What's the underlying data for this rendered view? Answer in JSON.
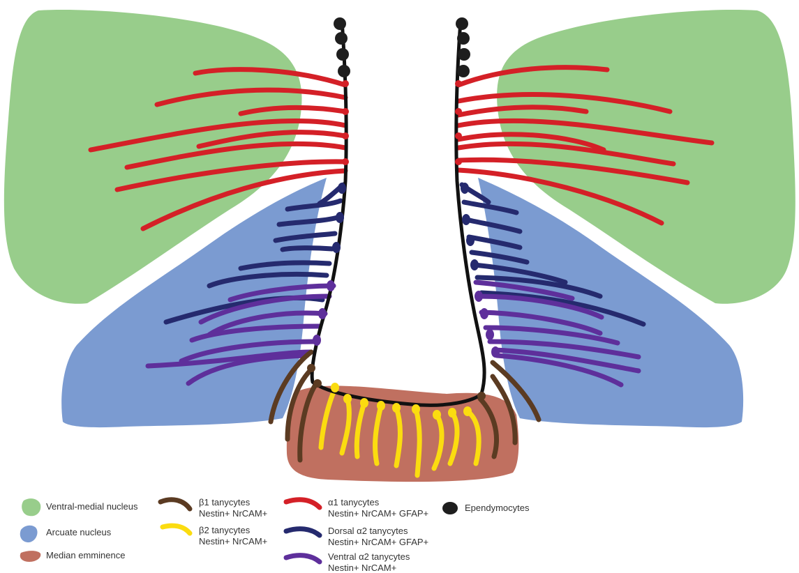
{
  "colors": {
    "vmn": "#98cd8b",
    "arcuate": "#7b9bd1",
    "median_eminence": "#c07060",
    "alpha1": "#d42027",
    "dorsal_alpha2": "#252a6e",
    "ventral_alpha2": "#5e2f9b",
    "beta1": "#5b3b22",
    "beta2": "#fbdc10",
    "ependymocyte": "#1e1e1e"
  },
  "legend": {
    "vmn": "Ventral-medial nucleus",
    "arcuate": "Arcuate nucleus",
    "median_eminence": "Median emminence",
    "beta1": {
      "name": "β1 tanycytes",
      "markers": "Nestin+ NrCAM+"
    },
    "beta2": {
      "name": "β2 tanycytes",
      "markers": "Nestin+ NrCAM+"
    },
    "alpha1": {
      "name": "α1 tanycytes",
      "markers": "Nestin+ NrCAM+ GFAP+"
    },
    "dorsal_alpha2": {
      "name": "Dorsal α2 tanycytes",
      "markers": "Nestin+ NrCAM+ GFAP+"
    },
    "ventral_alpha2": {
      "name": "Ventral α2 tanycytes",
      "markers": "Nestin+ NrCAM+"
    },
    "ependymocytes": "Ependymocytes"
  }
}
